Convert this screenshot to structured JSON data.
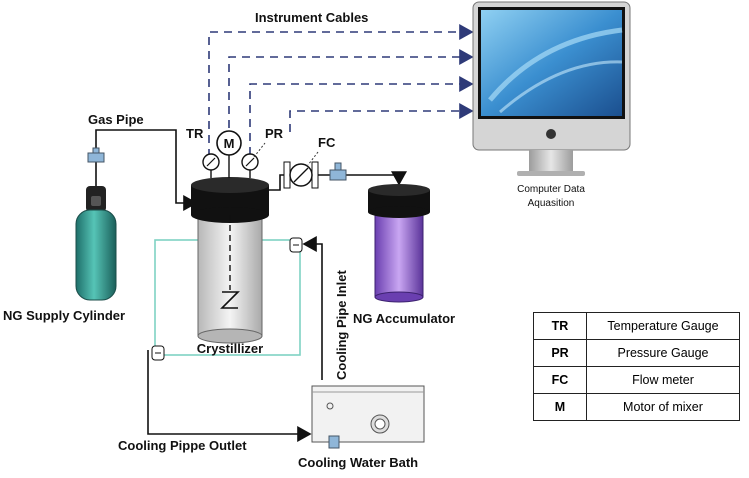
{
  "labels": {
    "instrument_cables": "Instrument Cables",
    "gas_pipe": "Gas Pipe",
    "tr": "TR",
    "pr": "PR",
    "fc": "FC",
    "m": "M",
    "computer_line1": "Computer Data",
    "computer_line2": "Aquasition",
    "ng_supply": "NG Supply Cylinder",
    "crystillizer": "Crystillizer",
    "ng_accumulator": "NG Accumulator",
    "cooling_inlet": "Cooling Pipe Inlet",
    "cooling_outlet": "Cooling Pippe Outlet",
    "cooling_bath": "Cooling Water Bath"
  },
  "legend": [
    {
      "key": "TR",
      "value": "Temperature Gauge"
    },
    {
      "key": "PR",
      "value": "Pressure Gauge"
    },
    {
      "key": "FC",
      "value": "Flow meter"
    },
    {
      "key": "M",
      "value": "Motor of mixer"
    }
  ],
  "colors": {
    "cable": "#2e3a78",
    "cooling_line": "#7fd2c3",
    "cylinder": "#3aa79a",
    "accumulator": "#9a6ad6",
    "screen": "#2a76b8"
  }
}
